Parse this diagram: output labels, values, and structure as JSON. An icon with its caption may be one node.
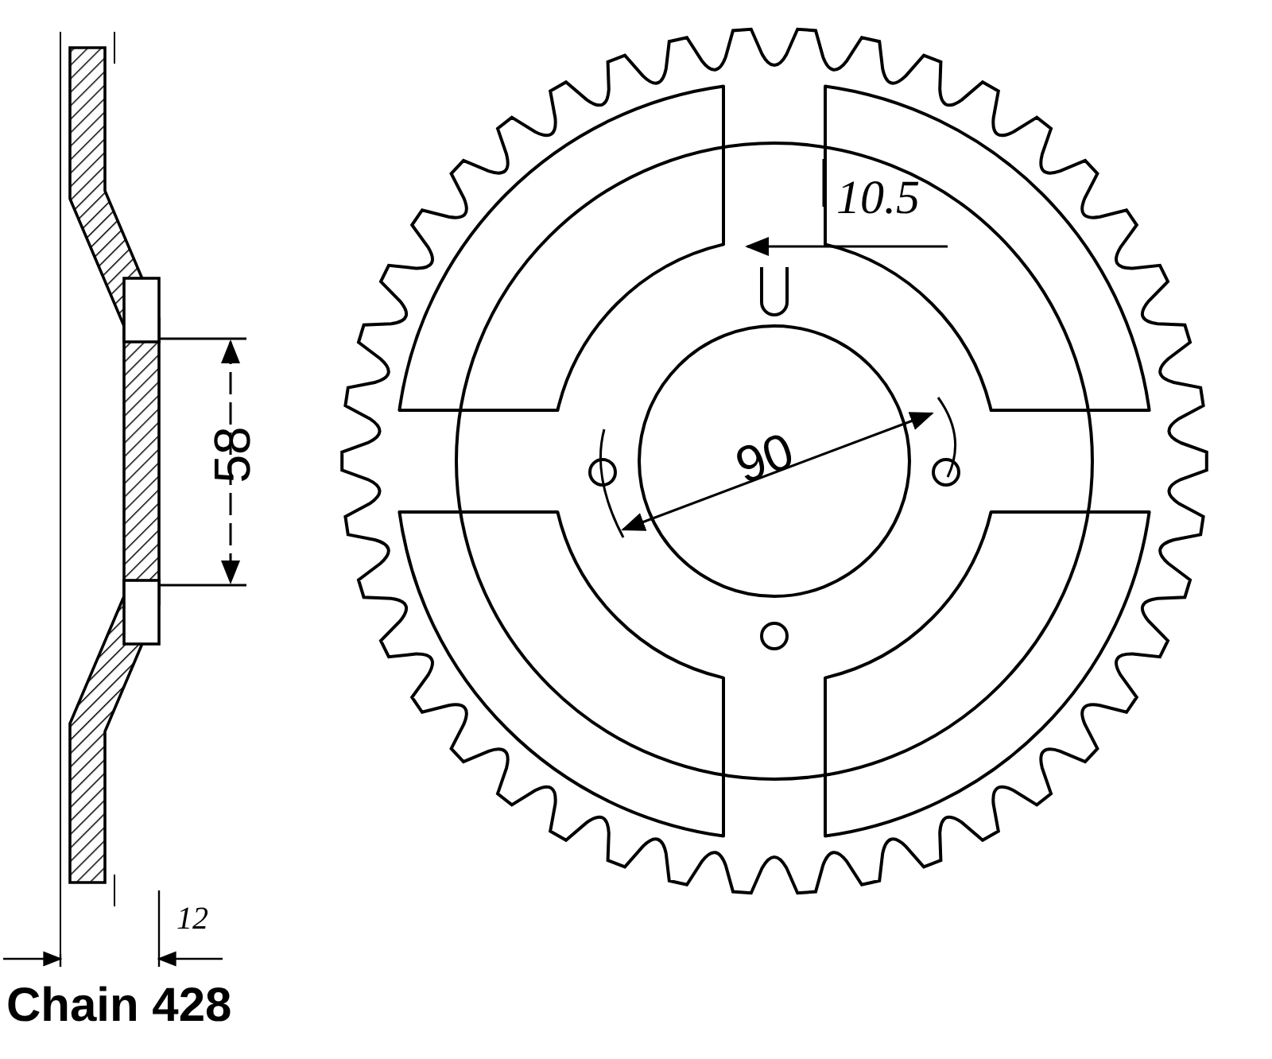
{
  "diagram": {
    "labels": [
      "10.5",
      "90",
      "58",
      "12",
      "Chain 428"
    ]
  }
}
